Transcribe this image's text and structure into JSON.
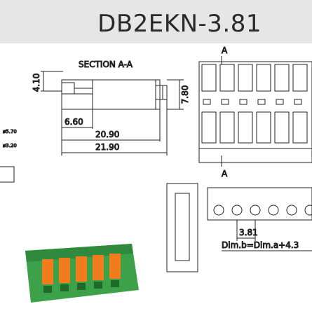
{
  "header": {
    "title": "DB2EKN-3.81"
  },
  "section_view": {
    "label": "SECTION A-A",
    "dims": {
      "height_left": "4.10",
      "height_right": "7.80",
      "width_inner": "6.60",
      "width_mid": "20.90",
      "width_total": "21.90"
    }
  },
  "front_view": {
    "section_mark_top": "A",
    "section_mark_bottom": "A"
  },
  "pin_view": {
    "pitch": "3.81",
    "formula": "Dim.b=Dim.a+4.3"
  },
  "hole_dims": {
    "d1": "ø5.70",
    "d2": "ø3.20"
  },
  "colors": {
    "housing": "#3da14a",
    "actuator": "#f07c1e",
    "header_bg": "#e6e6e6"
  },
  "photo": {
    "icon": "terminal-block-photo"
  }
}
